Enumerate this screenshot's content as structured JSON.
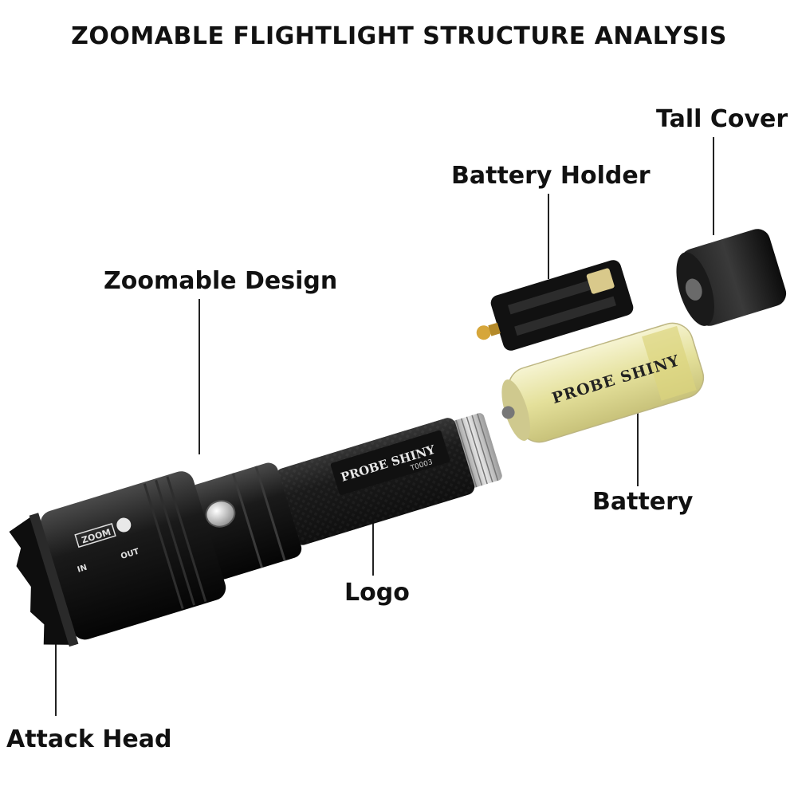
{
  "title": "ZOOMABLE FLIGHTLIGHT STRUCTURE ANALYSIS",
  "labels": {
    "tall_cover": "Tall Cover",
    "battery_holder": "Battery Holder",
    "zoomable_design": "Zoomable Design",
    "battery": "Battery",
    "logo": "Logo",
    "attack_head": "Attack Head"
  },
  "engravings": {
    "body_brand": "PROBE SHINY",
    "body_model": "T0003",
    "battery_brand": "PROBE SHINY",
    "zoom_text": "ZOOM",
    "in_text": "IN",
    "out_text": "OUT"
  },
  "colors": {
    "body": "#151515",
    "silver": "#bdbdbd",
    "battery_fill": "#e9e6a6",
    "text": "#111111"
  }
}
